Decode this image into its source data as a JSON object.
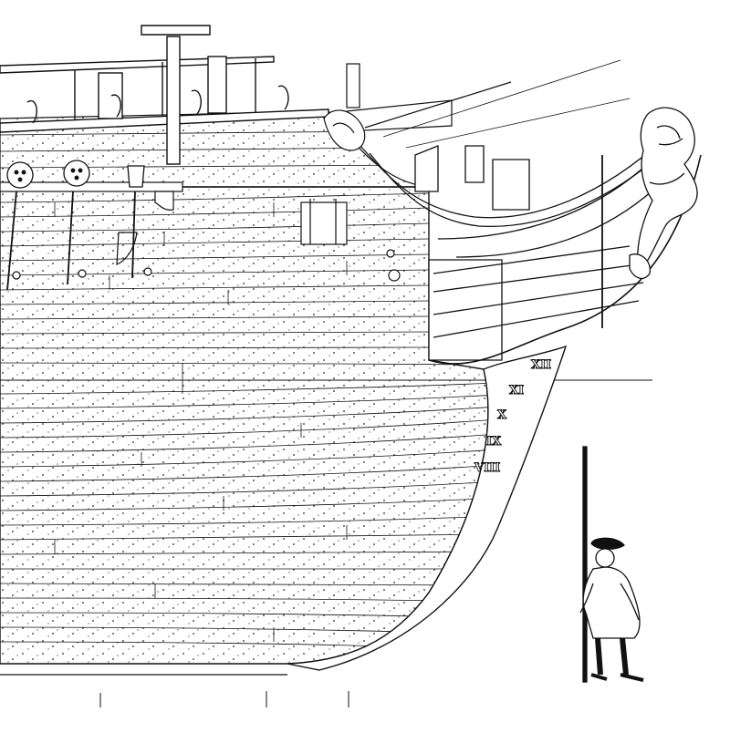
{
  "drawing": {
    "subject": "ship bow profile draught with figurehead and standing soldier",
    "stroke_color": "#111111",
    "background": "#ffffff",
    "draft_marks": [
      "XII",
      "XI",
      "X",
      "IX",
      "VIII"
    ]
  }
}
